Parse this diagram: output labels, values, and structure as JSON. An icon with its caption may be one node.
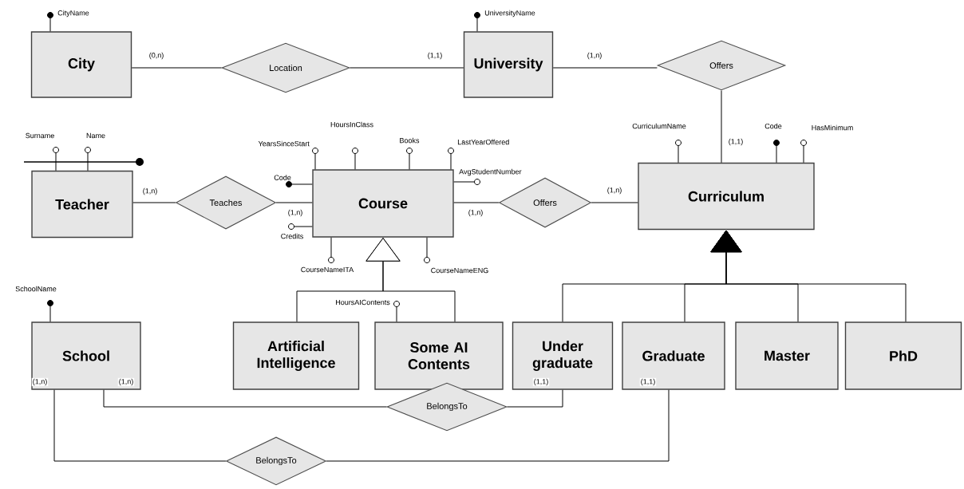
{
  "diagram": {
    "nodes": [
      {
        "text": [
          "City"
        ]
      },
      {
        "text": [
          "Location"
        ]
      },
      {
        "text": [
          "University"
        ]
      },
      {
        "text": [
          "Offers"
        ]
      },
      {
        "text": [
          "Teacher"
        ]
      },
      {
        "text": [
          "Teaches"
        ]
      },
      {
        "text": [
          "Course"
        ]
      },
      {
        "text": [
          "Offers"
        ]
      },
      {
        "text": [
          "Curriculum"
        ]
      },
      {
        "text": [
          "School"
        ]
      },
      {
        "text": [
          "Artificial Intelligence"
        ]
      },
      {
        "text": [
          "Some AI Contents"
        ]
      },
      {
        "text": [
          "Under graduate"
        ]
      },
      {
        "text": [
          "Graduate"
        ]
      },
      {
        "text": [
          "Master"
        ]
      },
      {
        "text": [
          "PhD"
        ]
      },
      {
        "text": [
          "BelongsTo"
        ]
      },
      {
        "text": [
          "BelongsTo"
        ]
      },
      {
        "text": [],
        "shape": "dot",
        "beside": [
          "CityName"
        ]
      },
      {
        "text": [],
        "shape": "dot",
        "beside": [
          "UniversityName"
        ]
      },
      {
        "text": [],
        "shape": "circle",
        "beside": [
          "Surname"
        ]
      },
      {
        "text": [],
        "shape": "circle",
        "beside": [
          "Name"
        ]
      },
      {
        "text": [],
        "shape": "circle",
        "beside": [
          "YearsSinceStart"
        ]
      },
      {
        "text": [],
        "shape": "circle",
        "beside": [
          "HoursInClass"
        ]
      },
      {
        "text": [],
        "shape": "circle",
        "beside": [
          "Books"
        ]
      },
      {
        "text": [],
        "shape": "circle",
        "beside": [
          "LastYearOffered"
        ]
      },
      {
        "text": [],
        "shape": "circle",
        "beside": [
          "AvgStudentNumber"
        ]
      },
      {
        "text": [],
        "shape": "dot",
        "beside": [
          "Code"
        ]
      },
      {
        "text": [],
        "shape": "circle",
        "beside": [
          "Credits"
        ]
      },
      {
        "text": [],
        "shape": "circle",
        "beside": [
          "CourseNameITA"
        ]
      },
      {
        "text": [],
        "shape": "circle",
        "beside": [
          "CourseNameENG"
        ]
      },
      {
        "text": [],
        "shape": "circle",
        "beside": [
          "HoursAIContents"
        ]
      },
      {
        "text": [],
        "shape": "circle",
        "beside": [
          "CurriculumName"
        ]
      },
      {
        "text": [],
        "shape": "dot",
        "beside": [
          "Code"
        ]
      },
      {
        "text": [],
        "shape": "circle",
        "beside": [
          "HasMinimum"
        ]
      },
      {
        "text": [],
        "shape": "dot",
        "beside": [
          "SchoolName"
        ]
      }
    ],
    "edges": [
      {
        "from": 0,
        "to": 1,
        "arrow": "none",
        "label": "(0,n)"
      },
      {
        "from": 2,
        "to": 1,
        "arrow": "none",
        "label": "(1,1)"
      },
      {
        "from": 2,
        "to": 3,
        "arrow": "none",
        "label": "(1,n)"
      },
      {
        "from": 8,
        "to": 3,
        "arrow": "none",
        "label": "(1,1)"
      },
      {
        "from": 4,
        "to": 5,
        "arrow": "none",
        "label": "(1,n)"
      },
      {
        "from": 6,
        "to": 5,
        "arrow": "none",
        "label": "(1,n)"
      },
      {
        "from": 6,
        "to": 7,
        "arrow": "none",
        "label": "(1,n)"
      },
      {
        "from": 8,
        "to": 7,
        "arrow": "none",
        "label": "(1,n)"
      },
      {
        "from": 9,
        "to": 16,
        "arrow": "none",
        "label": "(1,n)"
      },
      {
        "from": 12,
        "to": 16,
        "arrow": "none",
        "label": "(1,1)"
      },
      {
        "from": 9,
        "to": 17,
        "arrow": "none",
        "label": "(1,n)"
      },
      {
        "from": 13,
        "to": 17,
        "arrow": "none",
        "label": "(1,1)"
      },
      {
        "from": 10,
        "to": 6,
        "arrow": "to"
      },
      {
        "from": 11,
        "to": 6,
        "arrow": "to"
      },
      {
        "from": 12,
        "to": 8,
        "arrow": "to"
      },
      {
        "from": 13,
        "to": 8,
        "arrow": "to"
      },
      {
        "from": 14,
        "to": 8,
        "arrow": "to"
      },
      {
        "from": 15,
        "to": 8,
        "arrow": "to"
      },
      {
        "from": 0,
        "to": 18,
        "arrow": "none"
      },
      {
        "from": 2,
        "to": 19,
        "arrow": "none"
      },
      {
        "from": 4,
        "to": 20,
        "arrow": "none"
      },
      {
        "from": 4,
        "to": 21,
        "arrow": "none"
      },
      {
        "from": 6,
        "to": 22,
        "arrow": "none"
      },
      {
        "from": 6,
        "to": 23,
        "arrow": "none"
      },
      {
        "from": 6,
        "to": 24,
        "arrow": "none"
      },
      {
        "from": 6,
        "to": 25,
        "arrow": "none"
      },
      {
        "from": 6,
        "to": 26,
        "arrow": "none"
      },
      {
        "from": 6,
        "to": 27,
        "arrow": "none"
      },
      {
        "from": 6,
        "to": 28,
        "arrow": "none"
      },
      {
        "from": 6,
        "to": 29,
        "arrow": "none"
      },
      {
        "from": 6,
        "to": 30,
        "arrow": "none"
      },
      {
        "from": 11,
        "to": 31,
        "arrow": "none"
      },
      {
        "from": 8,
        "to": 32,
        "arrow": "none"
      },
      {
        "from": 8,
        "to": 33,
        "arrow": "none"
      },
      {
        "from": 8,
        "to": 34,
        "arrow": "none"
      },
      {
        "from": 9,
        "to": 35,
        "arrow": "none"
      }
    ]
  }
}
